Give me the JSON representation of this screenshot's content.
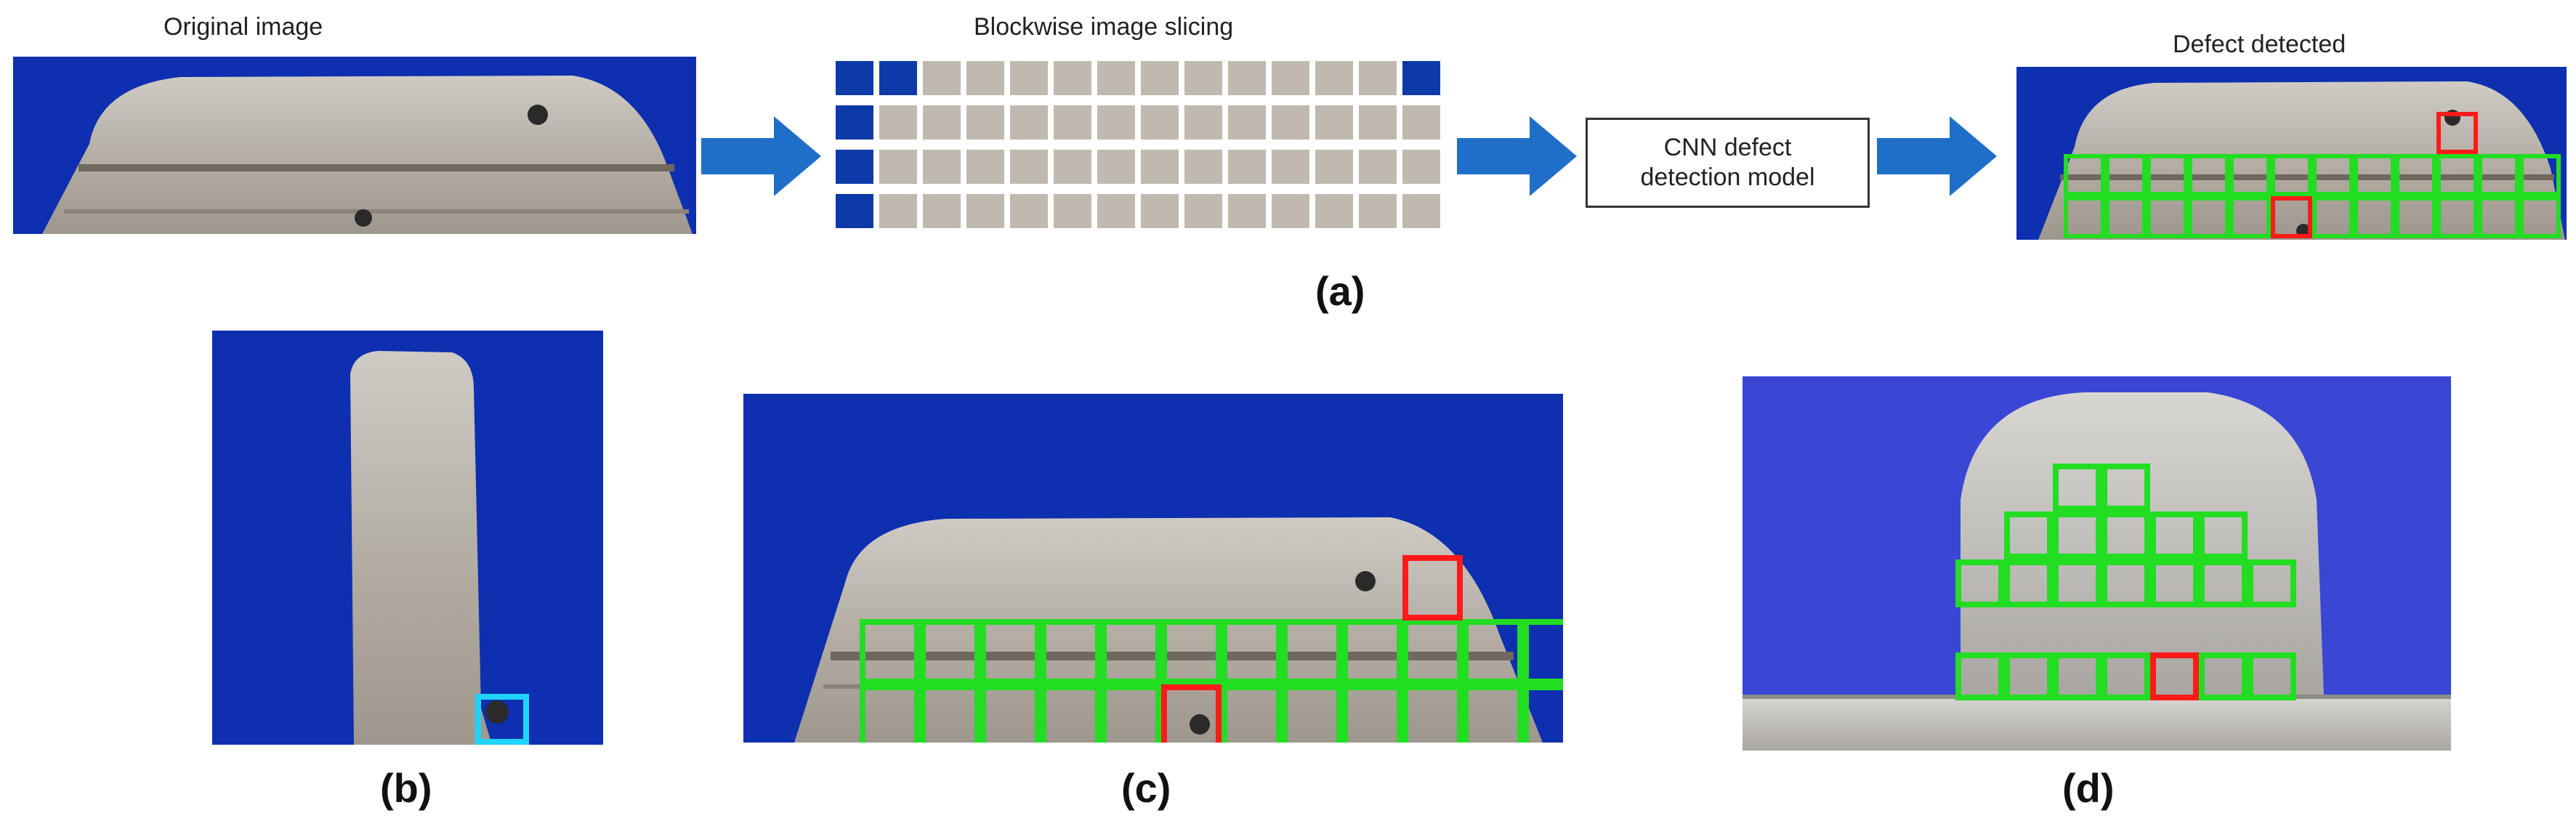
{
  "labels": {
    "original": "Original image",
    "slicing": "Blockwise image slicing",
    "detected": "Defect detected",
    "cnn_line1": "CNN defect",
    "cnn_line2": "detection model"
  },
  "subfigures": {
    "a": "(a)",
    "b": "(b)",
    "c": "(c)",
    "d": "(d)"
  },
  "colors": {
    "background_blue": "#0d2fb0",
    "background_blue_d": "#3a46d4",
    "normal_block": "#22dd22",
    "defect_block": "#ff1a1a",
    "single_block": "#1fd3ff",
    "arrow": "#1f6fc8",
    "metal": "#b8b3aa"
  }
}
